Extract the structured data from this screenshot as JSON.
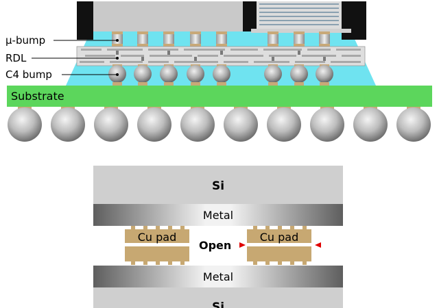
{
  "top_diagram": {
    "labels": {
      "ubump": "μ-bump",
      "rdl": "RDL",
      "c4": "C4 bump",
      "substrate": "Substrate"
    },
    "colors": {
      "underfill": "#6fe3f0",
      "substrate": "#5cd65c",
      "die_dark": "#111111",
      "die_gray": "#c9c9c9",
      "bump_tan": "#c8a978",
      "ball_gray": "#9a9a9a"
    }
  },
  "bottom_diagram": {
    "labels": {
      "si_top": "Si",
      "metal_top": "Metal",
      "pad_left": "Cu pad",
      "open": "Open",
      "pad_right": "Cu pad",
      "metal_bottom": "Metal",
      "si_bottom": "Si"
    },
    "colors": {
      "si": "#cfcfcf",
      "pad": "#c7a872",
      "open": "#e0007a",
      "arrow": "#e00000"
    }
  }
}
